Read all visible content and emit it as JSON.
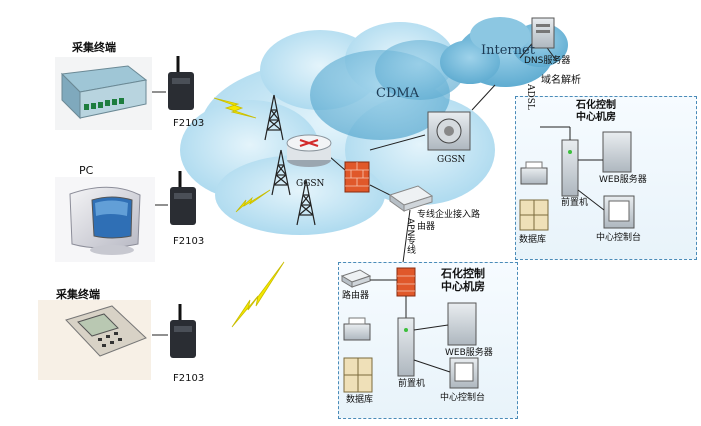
{
  "terminals": {
    "collector_top": "采集终端",
    "pc": "PC",
    "collector_bottom": "采集终端"
  },
  "modem_labels": [
    "F2103",
    "F2103",
    "F2103"
  ],
  "network": {
    "cdma": "CDMA",
    "internet": "Internet",
    "gsn_left": "GGSN",
    "gsn_right": "GGSN",
    "dns_server": "DNS服务器",
    "domain_resolution": "域名解析",
    "adsl": "ADSL",
    "router_caption": "专线企业接入路由器",
    "apn_line": "APN专线"
  },
  "center_top": {
    "title_line1": "石化控制",
    "title_line2": "中心机房",
    "front_end": "前置机",
    "web_server": "WEB服务器",
    "database": "数据库",
    "console": "中心控制台"
  },
  "center_bottom": {
    "title_line1": "石化控制",
    "title_line2": "中心机房",
    "router": "路由器",
    "front_end": "前置机",
    "web_server": "WEB服务器",
    "database": "数据库",
    "console": "中心控制台"
  },
  "colors": {
    "cloud": "#bfe3f2",
    "cloud_dark": "#7cc0dc",
    "lightning": "#f5e800",
    "frame_border": "#4a8bb8",
    "firewall": "#e0582a"
  }
}
